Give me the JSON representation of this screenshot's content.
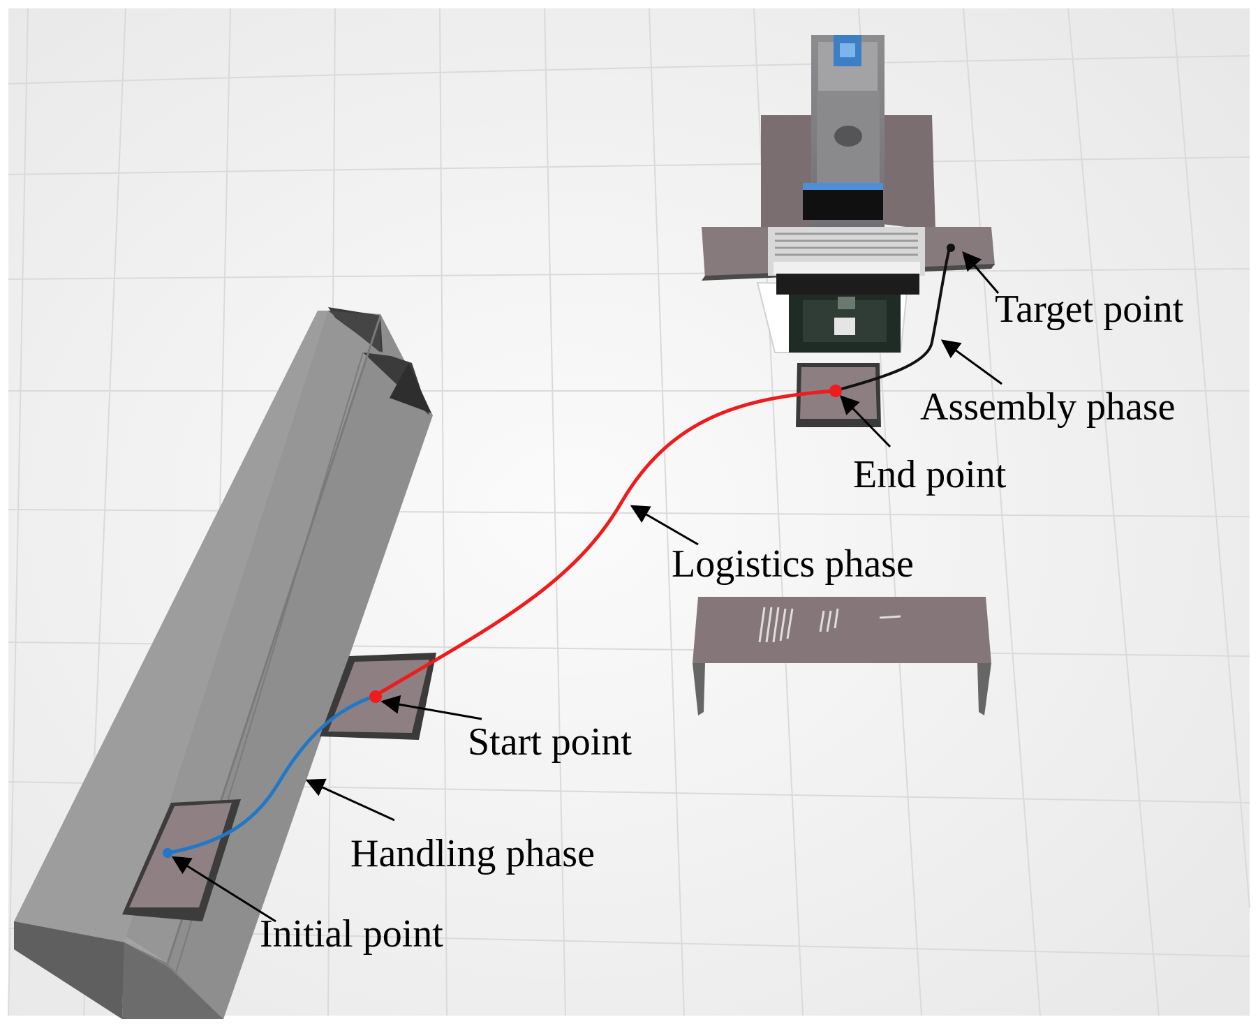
{
  "labels": {
    "target_point": "Target point",
    "assembly_phase": "Assembly phase",
    "end_point": "End point",
    "logistics_phase": "Logistics phase",
    "start_point": "Start point",
    "handling_phase": "Handling phase",
    "initial_point": "Initial point"
  },
  "colors": {
    "floor": "#f2f2f2",
    "grid": "#dadada",
    "handling_path": "#1f78c8",
    "logistics_path": "#ee1c1c",
    "assembly_path": "#111111",
    "pallet": "#8a7d80",
    "rack": "#8f8f8f"
  }
}
